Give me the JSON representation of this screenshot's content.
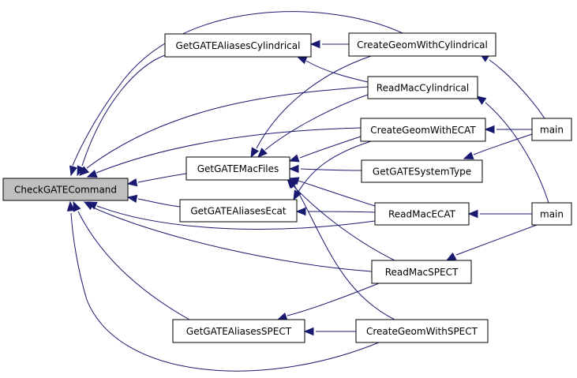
{
  "colors": {
    "edge": "#191970",
    "node_fill": "#ffffff",
    "highlight_fill": "#bfbfbf",
    "border": "#000000"
  },
  "nodes": {
    "check": "CheckGATECommand",
    "aliases_cyl": "GetGATEAliasesCylindrical",
    "mac_files": "GetGATEMacFiles",
    "aliases_ecat": "GetGATEAliasesEcat",
    "aliases_spect": "GetGATEAliasesSPECT",
    "geom_cyl": "CreateGeomWithCylindrical",
    "read_cyl": "ReadMacCylindrical",
    "geom_ecat": "CreateGeomWithECAT",
    "sys_type": "GetGATESystemType",
    "read_ecat": "ReadMacECAT",
    "read_spect": "ReadMacSPECT",
    "geom_spect": "CreateGeomWithSPECT",
    "main1": "main",
    "main2": "main"
  }
}
